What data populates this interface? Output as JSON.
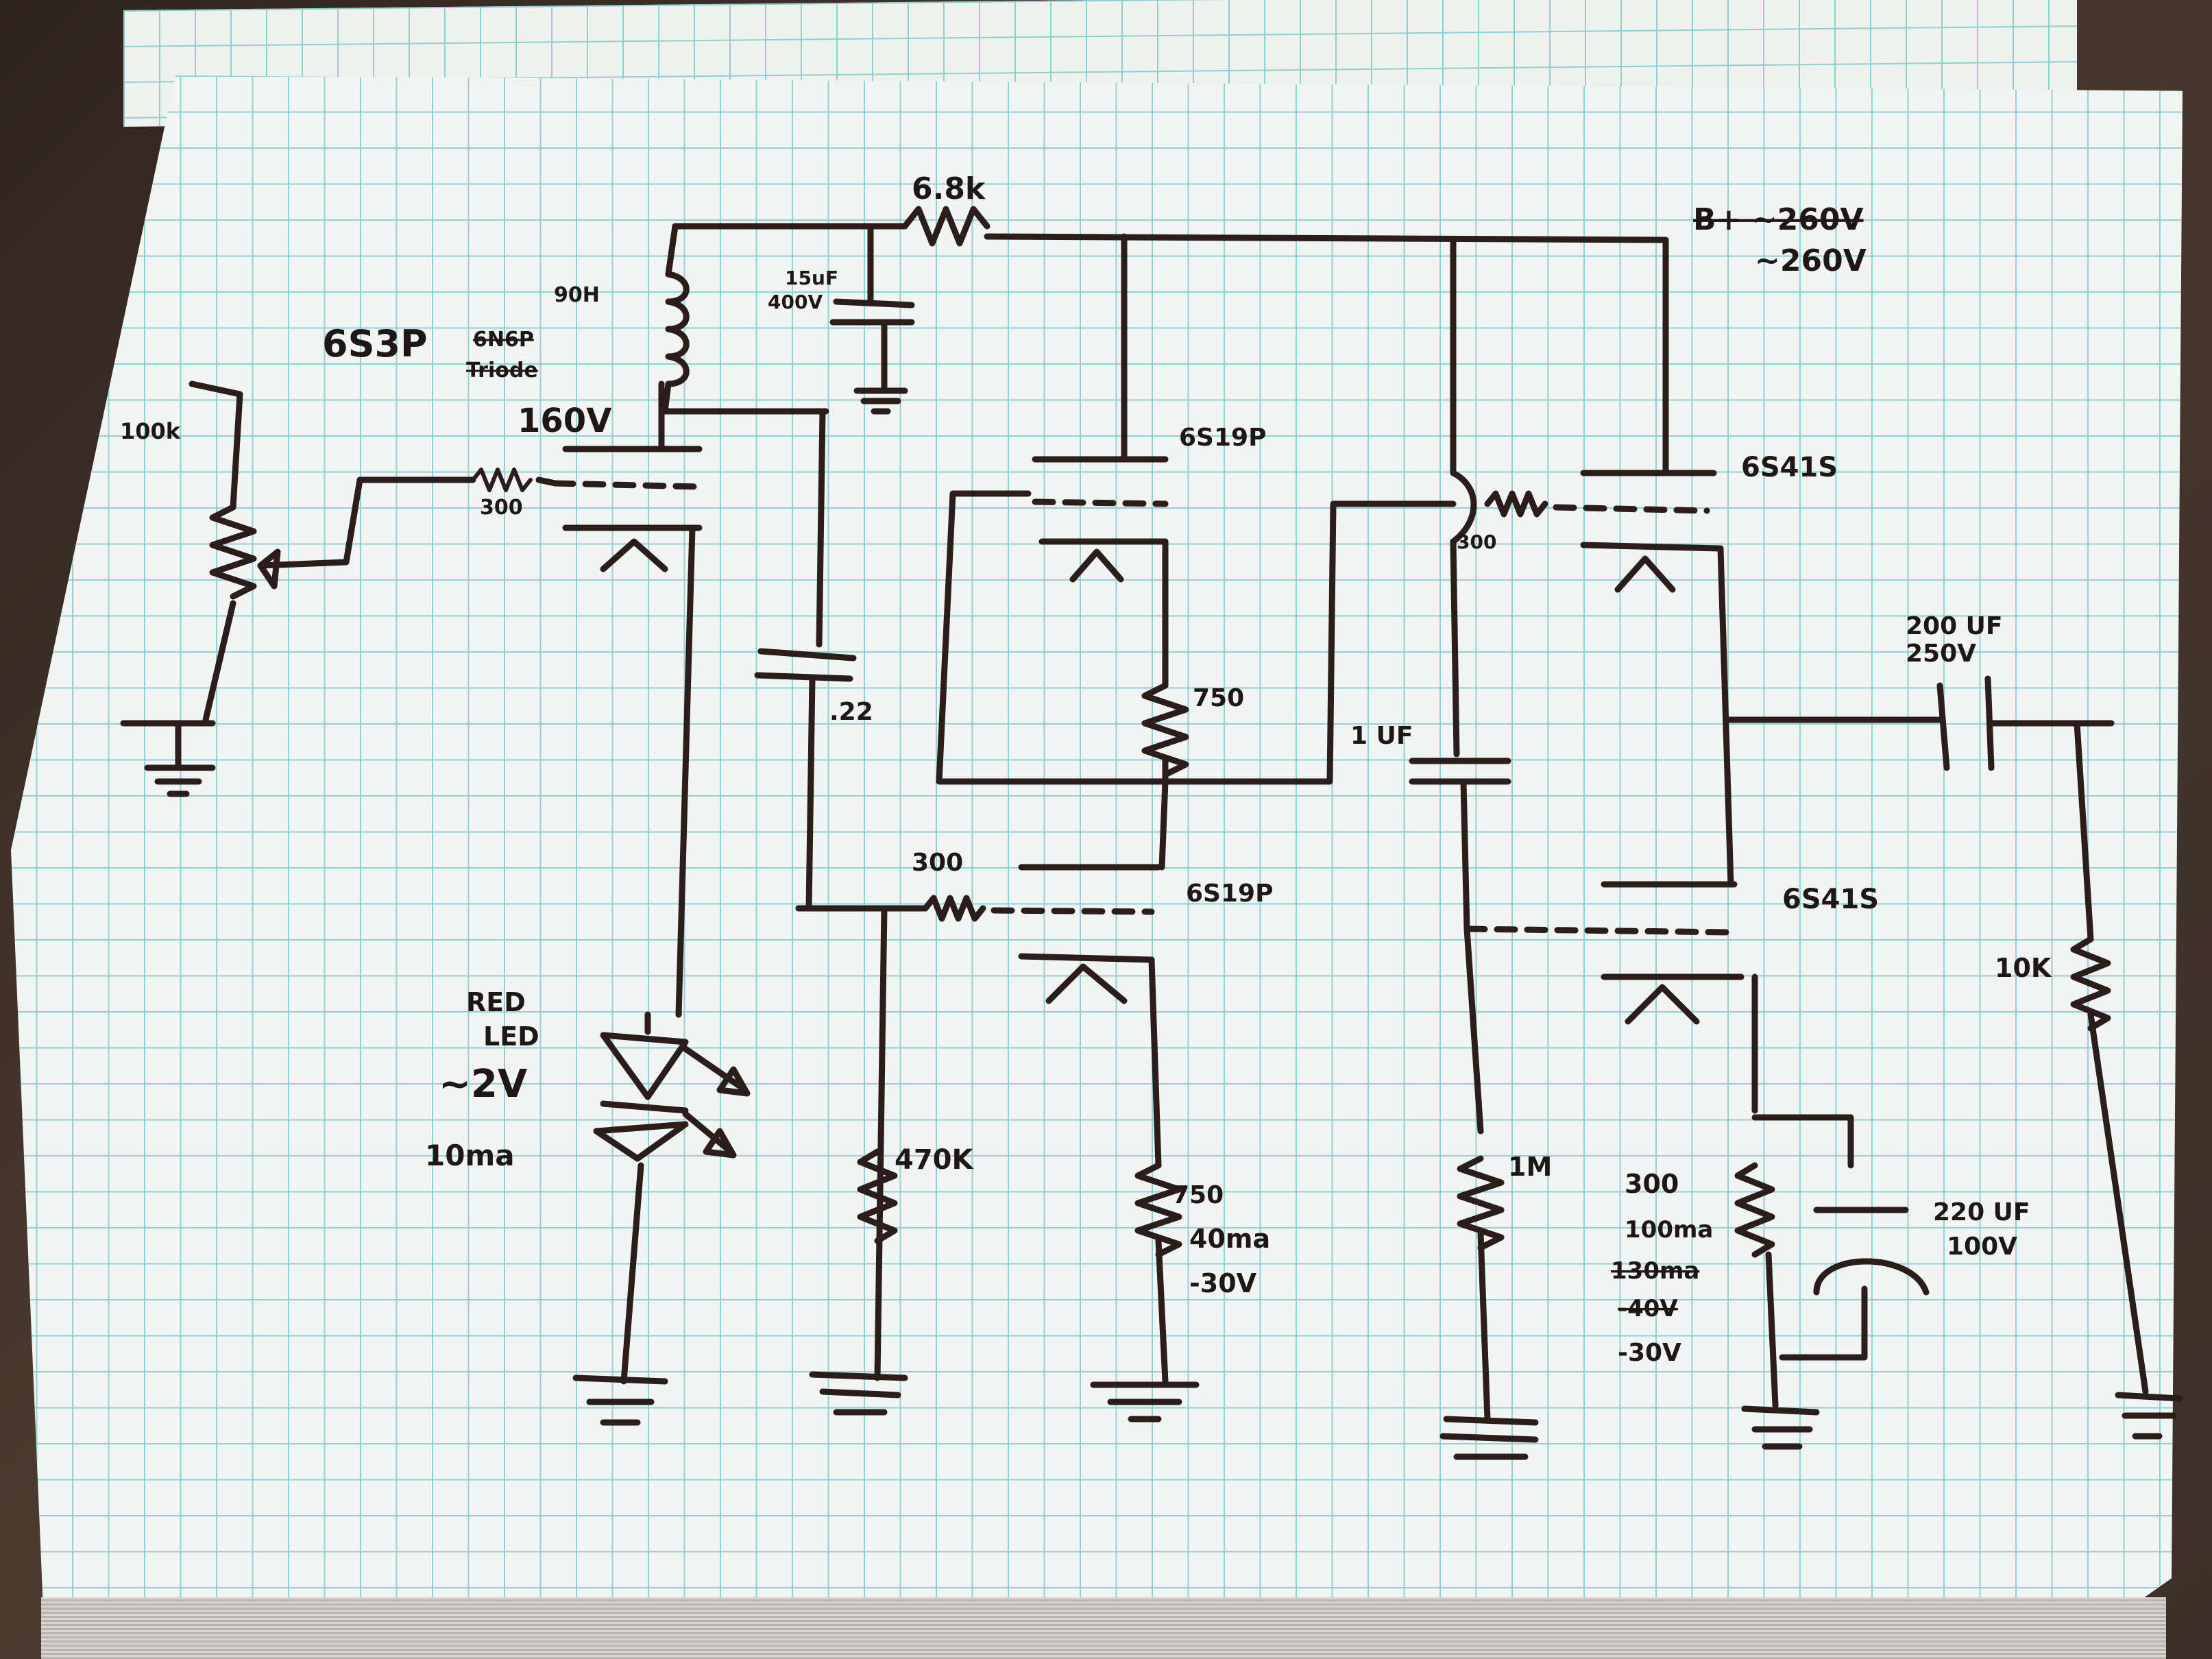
{
  "labels": {
    "r_feed": "6.8k",
    "bplus_crossed": "B+ ~260V",
    "bplus": "~260V",
    "choke": "90H",
    "cap_filter_1": "15uF",
    "cap_filter_2": "400V",
    "tube_6s3p": "6S3P",
    "tube_6s3p_crossed_1": "6N6P",
    "tube_6s3p_crossed_2": "Triode",
    "pot": "100k",
    "plate_voltage": "160V",
    "grid_r1": "300",
    "tube_6s19p_top": "6S19P",
    "tube_6s19p_bottom": "6S19P",
    "r_750_top": "750",
    "cap_022": ".22",
    "grid_r2": "300",
    "r_470k": "470K",
    "r_750_bottom": "750",
    "i_40ma": "40ma",
    "v_neg30_a": "-30V",
    "led_1": "RED",
    "led_2": "LED",
    "led_v": "~2V",
    "led_i": "10ma",
    "grid_r3": "300",
    "tube_6s41s_top": "6S41S",
    "tube_6s41s_bottom": "6S41S",
    "cap_1uf": "1 UF",
    "r_1m": "1M",
    "r_300_cath": "300",
    "i_100ma": "100ma",
    "i_crossed": "130ma",
    "v_crossed": "-40V",
    "v_neg30_b": "-30V",
    "cap_out_1": "200 UF",
    "cap_out_2": "250V",
    "r_10k": "10K",
    "cap_220_1": "220 UF",
    "cap_220_2": "100V"
  }
}
